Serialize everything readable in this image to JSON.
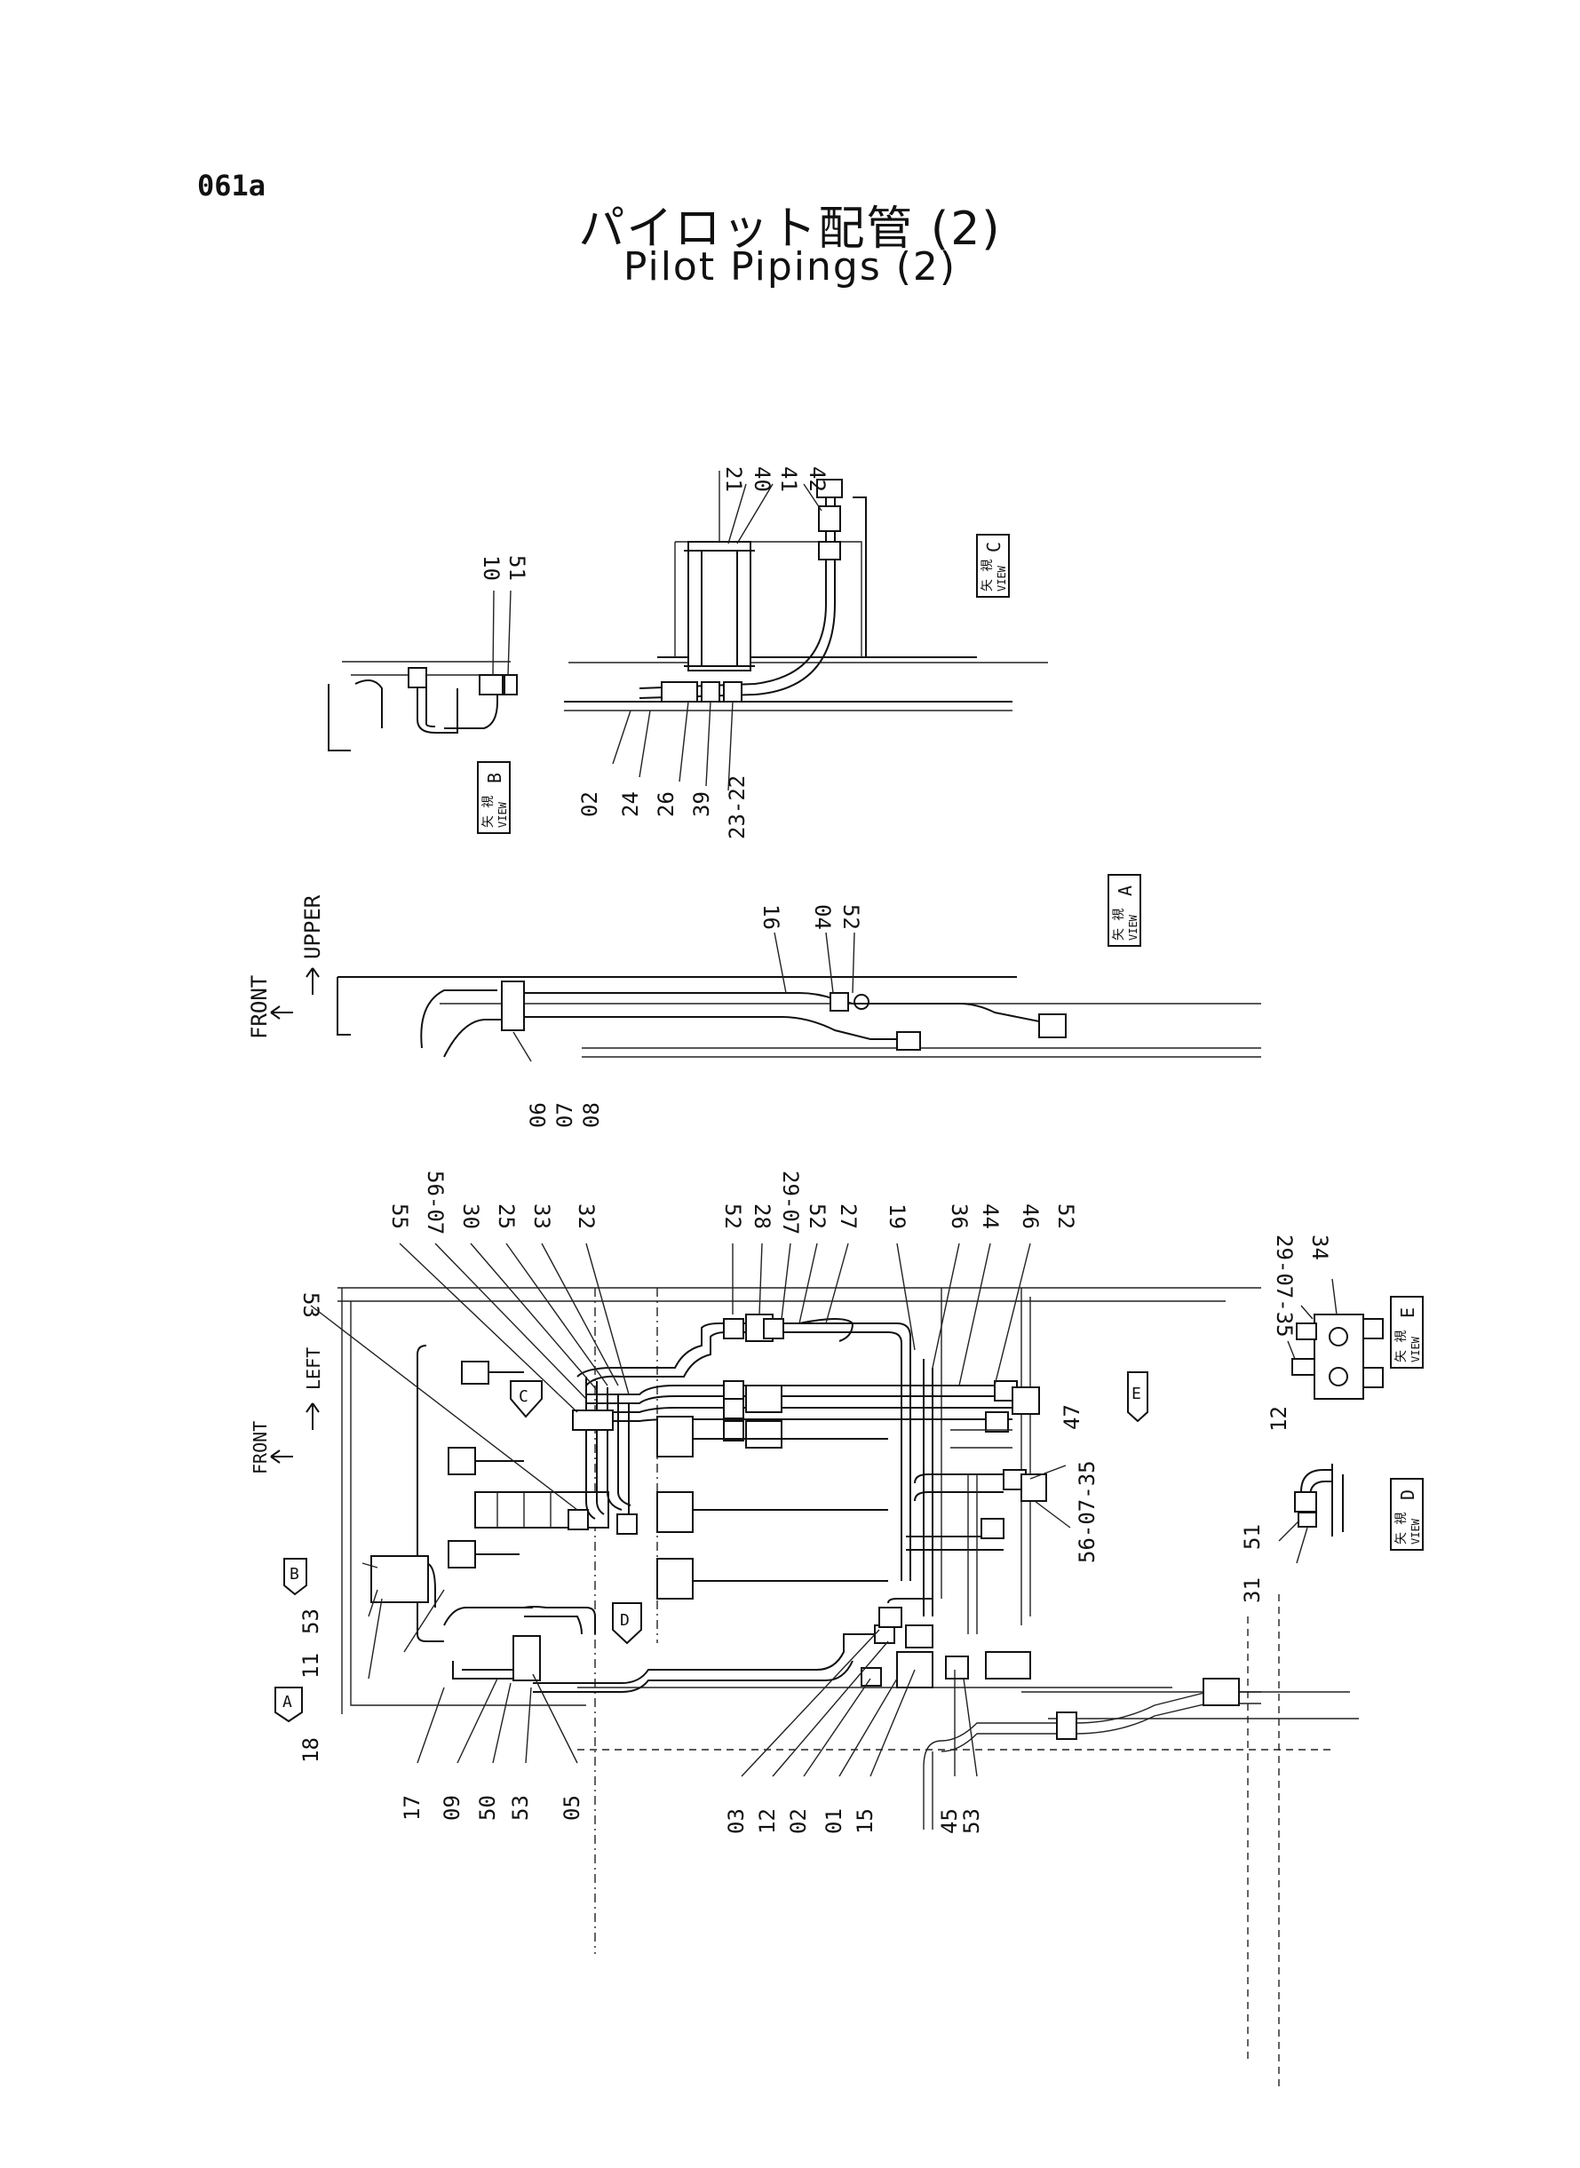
{
  "page_code": "061a",
  "title_jp": "パイロット配管 (2)",
  "title_en": "Pilot Pipings (2)",
  "orientation": {
    "front": "FRONT",
    "upper": "UPPER",
    "left": "LEFT"
  },
  "views": {
    "A": {
      "jp": "矢 視",
      "en": "VIEW",
      "letter": "A"
    },
    "B": {
      "jp": "矢 視",
      "en": "VIEW",
      "letter": "B"
    },
    "C": {
      "jp": "矢 視",
      "en": "VIEW",
      "letter": "C"
    },
    "D": {
      "jp": "矢 視",
      "en": "VIEW",
      "letter": "D"
    },
    "E": {
      "jp": "矢 視",
      "en": "VIEW",
      "letter": "E"
    }
  },
  "view_markers": [
    "A",
    "B",
    "C",
    "D",
    "E"
  ],
  "callouts": {
    "view_c": [
      "21",
      "40",
      "41",
      "42",
      "02",
      "24",
      "26",
      "39",
      "23-22"
    ],
    "view_b": [
      "10",
      "51"
    ],
    "view_a": [
      "16",
      "04",
      "52",
      "06",
      "07",
      "08"
    ],
    "main_top": [
      "55",
      "56-07",
      "30",
      "25",
      "33",
      "32",
      "52",
      "28",
      "29-07",
      "52",
      "27",
      "19",
      "36",
      "44",
      "46",
      "52"
    ],
    "main_left": [
      "53",
      "53",
      "11",
      "18"
    ],
    "main_bottom": [
      "17",
      "09",
      "50",
      "53",
      "05",
      "03",
      "12",
      "02",
      "01",
      "15",
      "45",
      "53"
    ],
    "main_right": [
      "47",
      "56-07-35"
    ],
    "view_e": [
      "29-07-35",
      "34",
      "12"
    ],
    "view_d": [
      "51",
      "31"
    ]
  }
}
